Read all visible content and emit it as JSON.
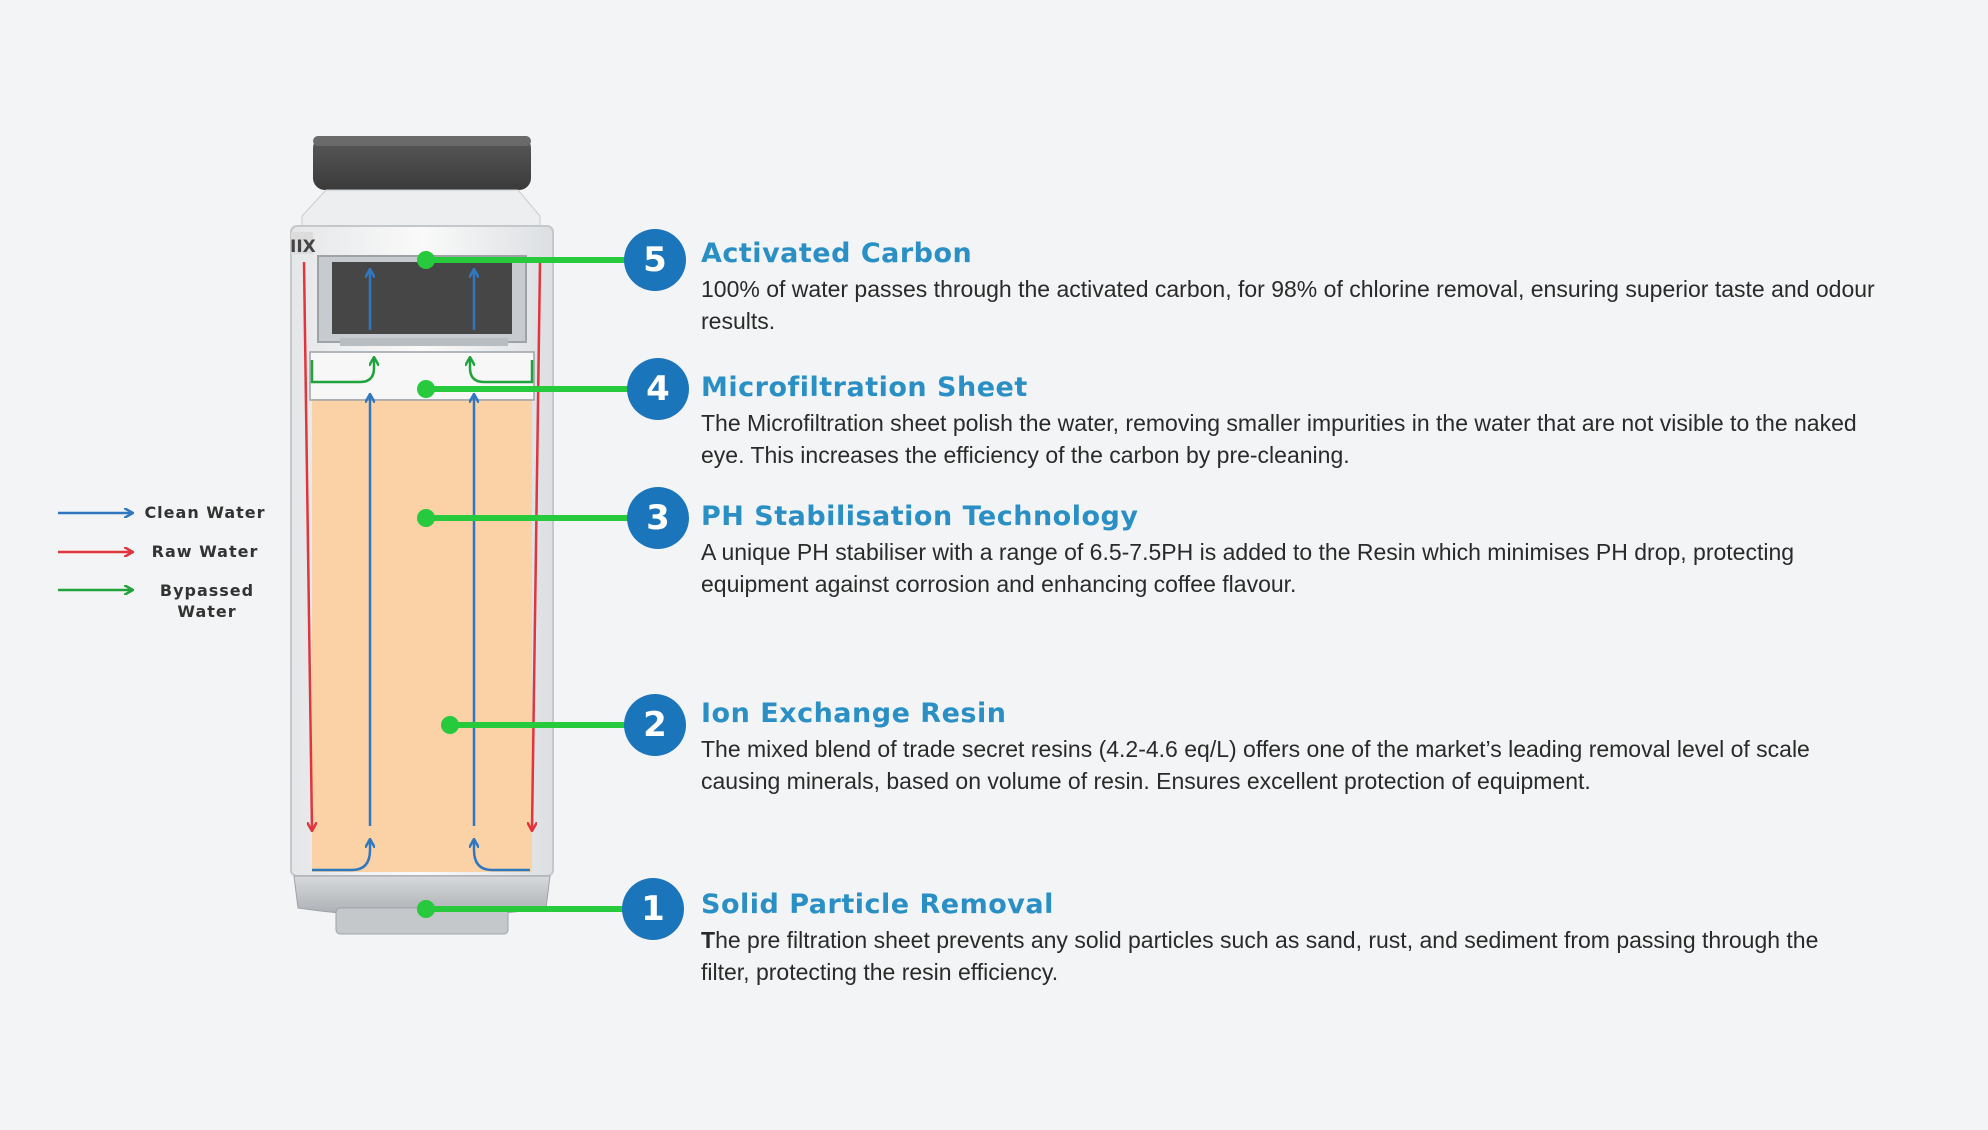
{
  "colors": {
    "clean_water": "#2f78c0",
    "raw_water": "#e0353d",
    "bypassed_water": "#21a33c",
    "callout_line": "#27c93d",
    "badge": "#1b75bb",
    "title": "#2a8fc4",
    "resin": "#fbd2a6",
    "carbon": "#444444"
  },
  "cartridge": {
    "label_fragment": "IIX"
  },
  "legend": {
    "items": [
      {
        "label": "Clean Water",
        "arrow_icon": "blue-arrow-icon"
      },
      {
        "label": "Raw Water",
        "arrow_icon": "red-arrow-icon"
      },
      {
        "label": "Bypassed Water",
        "arrow_icon": "green-arrow-icon"
      }
    ]
  },
  "stages": [
    {
      "number": "5",
      "title": "Activated Carbon",
      "description": "100% of water passes through the activated carbon, for 98% of chlorine removal, ensuring superior taste and odour results."
    },
    {
      "number": "4",
      "title": "Microfiltration Sheet",
      "description": "The Microfiltration sheet polish the water, removing smaller impurities in the water that are not visible to the naked eye. This increases the efficiency of the carbon by pre-cleaning."
    },
    {
      "number": "3",
      "title": "PH Stabilisation Technology",
      "description": "A unique PH stabiliser with a range of 6.5-7.5PH is added to the Resin which minimises PH drop, protecting equipment against corrosion and enhancing coffee flavour."
    },
    {
      "number": "2",
      "title": "Ion Exchange Resin",
      "description": "The mixed blend of trade secret resins (4.2-4.6 eq/L) offers one of the market’s leading removal level of scale causing minerals, based on volume of resin. Ensures excellent protection of equipment."
    },
    {
      "number": "1",
      "title": "Solid Particle Removal",
      "description_first_letter": "T",
      "description": "he pre filtration sheet prevents any solid particles such as sand, rust, and sediment from passing through the filter, protecting the resin efficiency."
    }
  ]
}
